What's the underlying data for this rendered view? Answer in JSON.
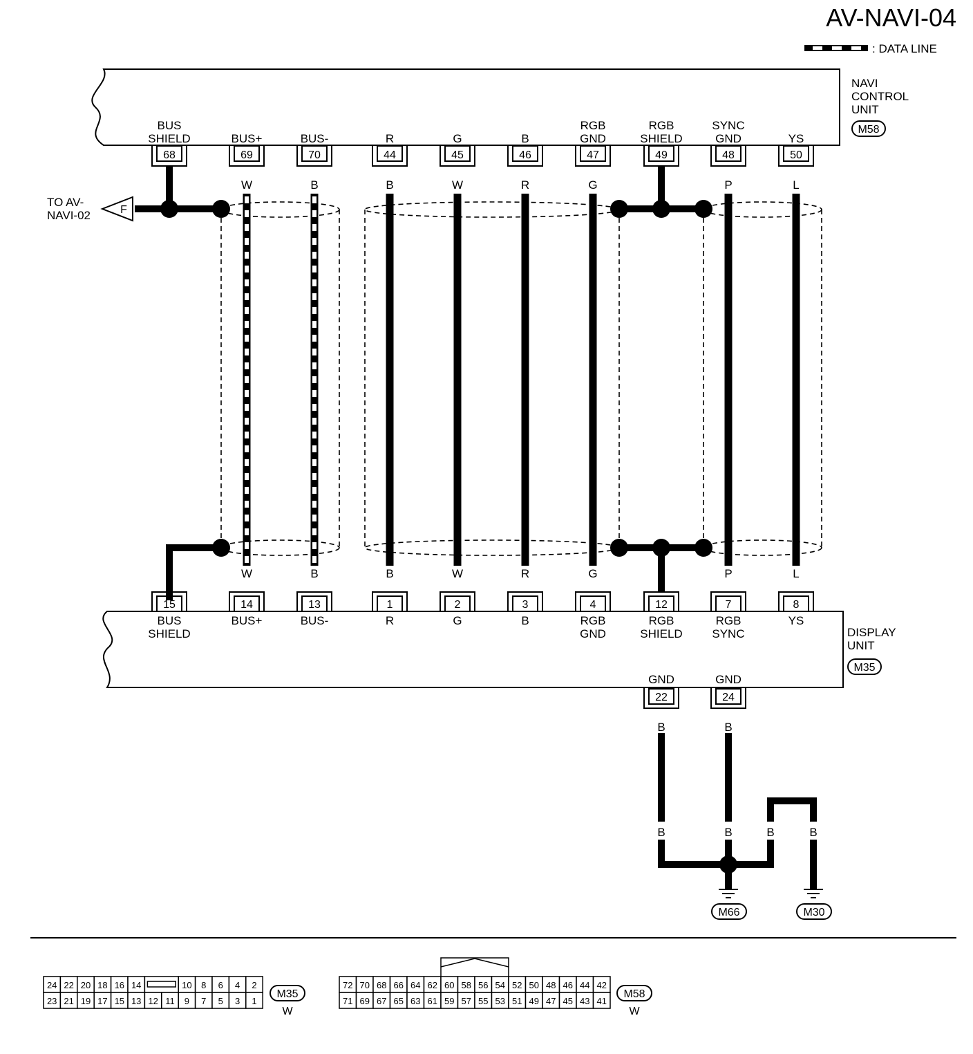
{
  "page": {
    "title": "AV-NAVI-04",
    "legend_label": ": DATA LINE"
  },
  "navi_unit": {
    "name_lines": [
      "NAVI",
      "CONTROL",
      "UNIT"
    ],
    "connector_id": "M58",
    "pins": [
      {
        "label": [
          "BUS",
          "SHIELD"
        ],
        "pin": "68",
        "wire": ""
      },
      {
        "label": [
          "BUS+"
        ],
        "pin": "69",
        "wire": "W"
      },
      {
        "label": [
          "BUS-"
        ],
        "pin": "70",
        "wire": "B"
      },
      {
        "label": [
          "R"
        ],
        "pin": "44",
        "wire": "B"
      },
      {
        "label": [
          "G"
        ],
        "pin": "45",
        "wire": "W"
      },
      {
        "label": [
          "B"
        ],
        "pin": "46",
        "wire": "R"
      },
      {
        "label": [
          "RGB",
          "GND"
        ],
        "pin": "47",
        "wire": "G"
      },
      {
        "label": [
          "RGB",
          "SHIELD"
        ],
        "pin": "49",
        "wire": ""
      },
      {
        "label": [
          "SYNC",
          "GND"
        ],
        "pin": "48",
        "wire": "P"
      },
      {
        "label": [
          "YS"
        ],
        "pin": "50",
        "wire": "L"
      }
    ]
  },
  "display_unit": {
    "name_lines": [
      "DISPLAY",
      "UNIT"
    ],
    "connector_id": "M35",
    "pins": [
      {
        "label": [
          "BUS",
          "SHIELD"
        ],
        "pin": "15",
        "wire": ""
      },
      {
        "label": [
          "BUS+"
        ],
        "pin": "14",
        "wire": "W"
      },
      {
        "label": [
          "BUS-"
        ],
        "pin": "13",
        "wire": "B"
      },
      {
        "label": [
          "R"
        ],
        "pin": "1",
        "wire": "B"
      },
      {
        "label": [
          "G"
        ],
        "pin": "2",
        "wire": "W"
      },
      {
        "label": [
          "B"
        ],
        "pin": "3",
        "wire": "R"
      },
      {
        "label": [
          "RGB",
          "GND"
        ],
        "pin": "4",
        "wire": "G"
      },
      {
        "label": [
          "RGB",
          "SHIELD"
        ],
        "pin": "12",
        "wire": ""
      },
      {
        "label": [
          "RGB",
          "SYNC"
        ],
        "pin": "7",
        "wire": "P"
      },
      {
        "label": [
          "YS"
        ],
        "pin": "8",
        "wire": "L"
      }
    ],
    "ground_pins": [
      {
        "label": "GND",
        "pin": "22",
        "wire": "B"
      },
      {
        "label": "GND",
        "pin": "24",
        "wire": "B"
      }
    ]
  },
  "offpage": {
    "text_lines": [
      "TO AV-",
      "NAVI-02"
    ],
    "letter": "F"
  },
  "ground": {
    "wire_labels": [
      "B",
      "B",
      "B",
      "B"
    ],
    "grounds": [
      "M66",
      "M30"
    ]
  },
  "connector_faces": {
    "m35": {
      "id": "M35",
      "color": "W",
      "top_row": [
        "24",
        "22",
        "20",
        "18",
        "16",
        "14",
        "",
        "10",
        "8",
        "6",
        "4",
        "2"
      ],
      "bottom_row": [
        "23",
        "21",
        "19",
        "17",
        "15",
        "13",
        "12",
        "11",
        "9",
        "7",
        "5",
        "3",
        "1"
      ]
    },
    "m58": {
      "id": "M58",
      "color": "W",
      "top_row": [
        "72",
        "70",
        "68",
        "66",
        "64",
        "62",
        "60",
        "58",
        "56",
        "54",
        "52",
        "50",
        "48",
        "46",
        "44",
        "42"
      ],
      "bottom_row": [
        "71",
        "69",
        "67",
        "65",
        "63",
        "61",
        "59",
        "57",
        "55",
        "53",
        "51",
        "49",
        "47",
        "45",
        "43",
        "41"
      ]
    }
  }
}
